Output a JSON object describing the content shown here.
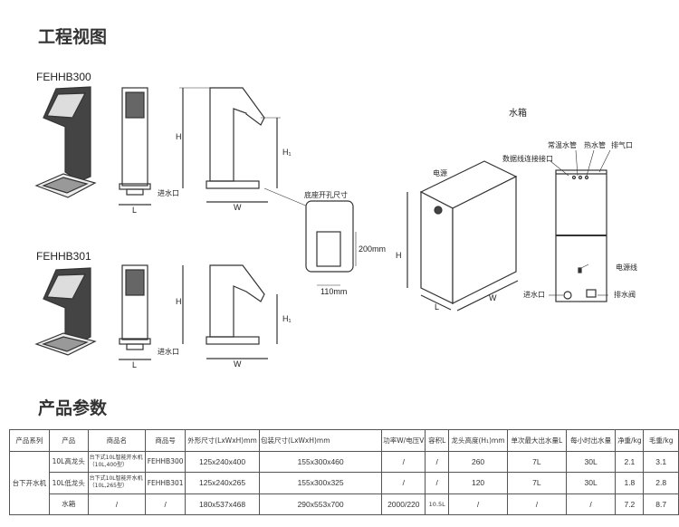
{
  "titles": {
    "drawing": "工程视图",
    "params": "产品参数"
  },
  "models": [
    "FEHHB300",
    "FEHHB301"
  ],
  "faucet_labels": {
    "H": "H",
    "H1": "H₁",
    "L": "L",
    "W": "W",
    "inlet": "进水口"
  },
  "cutout": {
    "title": "底座开孔尺寸",
    "height": "200mm",
    "width": "110mm"
  },
  "tank": {
    "title": "水箱",
    "power": "电源",
    "H": "H",
    "L": "L",
    "W": "W",
    "normal_pipe": "常温水管",
    "hot_pipe": "热水管",
    "vent": "排气口",
    "data_port": "数据线连接接口",
    "power_cord": "电源线",
    "inlet": "进水口",
    "drain": "排水阀"
  },
  "table": {
    "headers": [
      "产品系列",
      "产品",
      "商品名",
      "商品号",
      "外形尺寸(LxWxH)mm",
      "包装尺寸(LxWxH)mm",
      "功率W/电压V",
      "容积L",
      "龙头高度(H₁)mm",
      "单次最大出水量L",
      "每小时出水量",
      "净重/kg",
      "毛重/kg"
    ],
    "series": "台下开水机",
    "rows": [
      [
        "10L高龙头",
        "台下式10L智能开水机（10L,400型）",
        "FEHHB300",
        "125x240x400",
        "155x300x460",
        "/",
        "/",
        "260",
        "7L",
        "30L",
        "2.1",
        "3.1"
      ],
      [
        "10L低龙头",
        "台下式10L智能开水机（10L,265型）",
        "FEHHB301",
        "125x240x265",
        "155x300x325",
        "/",
        "/",
        "120",
        "7L",
        "30L",
        "1.8",
        "2.8"
      ],
      [
        "水箱",
        "/",
        "/",
        "180x537x468",
        "290x553x700",
        "2000/220",
        "10.5L",
        "/",
        "/",
        "/",
        "7.2",
        "8.7"
      ]
    ]
  }
}
